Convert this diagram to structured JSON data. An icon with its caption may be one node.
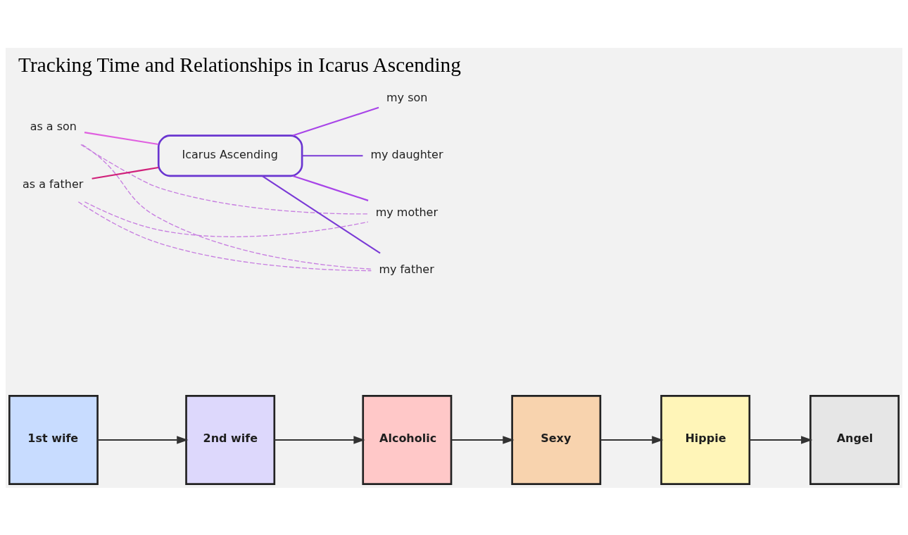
{
  "diagram": {
    "title": "Tracking Time and Relationships in Icarus Ascending",
    "nodes": [
      {
        "text": [
          "my son"
        ]
      },
      {
        "text": [
          "my daughter"
        ]
      },
      {
        "text": [
          "as a son"
        ]
      },
      {
        "text": [
          "Icarus Ascending"
        ]
      },
      {
        "text": [
          "as a father"
        ]
      },
      {
        "text": [
          "my mother"
        ]
      },
      {
        "text": [
          "my father"
        ]
      },
      {
        "text": [
          "1st wife"
        ]
      },
      {
        "text": [
          "2nd wife"
        ]
      },
      {
        "text": [
          "Alcoholic"
        ]
      },
      {
        "text": [
          "Sexy"
        ]
      },
      {
        "text": [
          "Hippie"
        ]
      },
      {
        "text": [
          "Angel"
        ]
      }
    ],
    "edges": [
      {
        "from": 2,
        "to": 3,
        "arrow": "none",
        "color": "#e060e0"
      },
      {
        "from": 4,
        "to": 3,
        "arrow": "none",
        "color": "#d0207a"
      },
      {
        "from": 3,
        "to": 0,
        "arrow": "none",
        "color": "#a845e8"
      },
      {
        "from": 3,
        "to": 1,
        "arrow": "none",
        "color": "#7a3ad6"
      },
      {
        "from": 3,
        "to": 5,
        "arrow": "none",
        "color": "#a845e8"
      },
      {
        "from": 3,
        "to": 6,
        "arrow": "none",
        "color": "#7a3ad6"
      },
      {
        "from": 2,
        "to": 6,
        "arrow": "none",
        "style": "dashed",
        "color": "#c77ee0"
      },
      {
        "from": 2,
        "to": 5,
        "arrow": "none",
        "style": "dashed",
        "color": "#c77ee0"
      },
      {
        "from": 4,
        "to": 5,
        "arrow": "none",
        "style": "dashed",
        "color": "#c77ee0"
      },
      {
        "from": 4,
        "to": 6,
        "arrow": "none",
        "style": "dashed",
        "color": "#c77ee0"
      },
      {
        "from": 7,
        "to": 8,
        "arrow": "to"
      },
      {
        "from": 8,
        "to": 9,
        "arrow": "to"
      },
      {
        "from": 9,
        "to": 10,
        "arrow": "to"
      },
      {
        "from": 10,
        "to": 11,
        "arrow": "to"
      },
      {
        "from": 11,
        "to": 12,
        "arrow": "to"
      }
    ]
  }
}
